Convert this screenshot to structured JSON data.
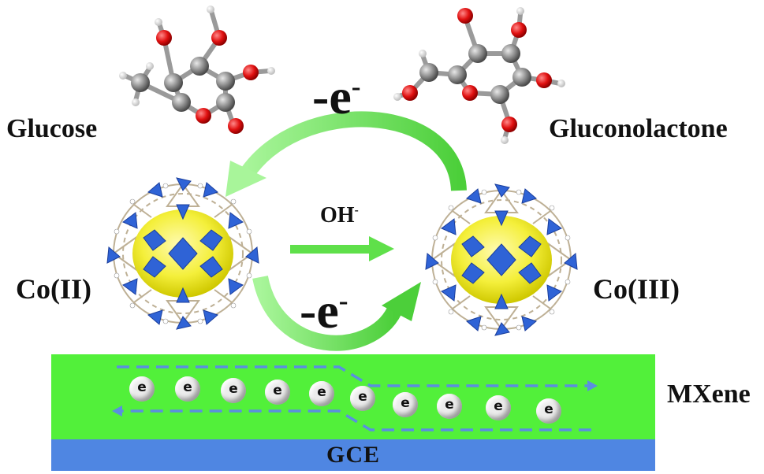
{
  "labels": {
    "glucose": "Glucose",
    "gluconolactone": "Gluconolactone",
    "cobalt_2": "Co(II)",
    "cobalt_3": "Co(III)",
    "mxene": "MXene",
    "gce": "GCE"
  },
  "reaction": {
    "electron_loss": "-e",
    "electron_loss_superscript": "-",
    "hydroxide": "OH",
    "hydroxide_superscript": "-"
  },
  "electrons": {
    "symbol": "e",
    "count": 10
  },
  "colors": {
    "mxene": "#52f03a",
    "gce": "#4f86e2",
    "arrow_green": "#5fe04a",
    "electron_path": "#5b8ee0",
    "polyhedra": "#2f63d6",
    "core": "#f4ef3a",
    "oxygen": "#e01010",
    "carbon": "#8a8a8a",
    "hydrogen": "#ffffff"
  }
}
